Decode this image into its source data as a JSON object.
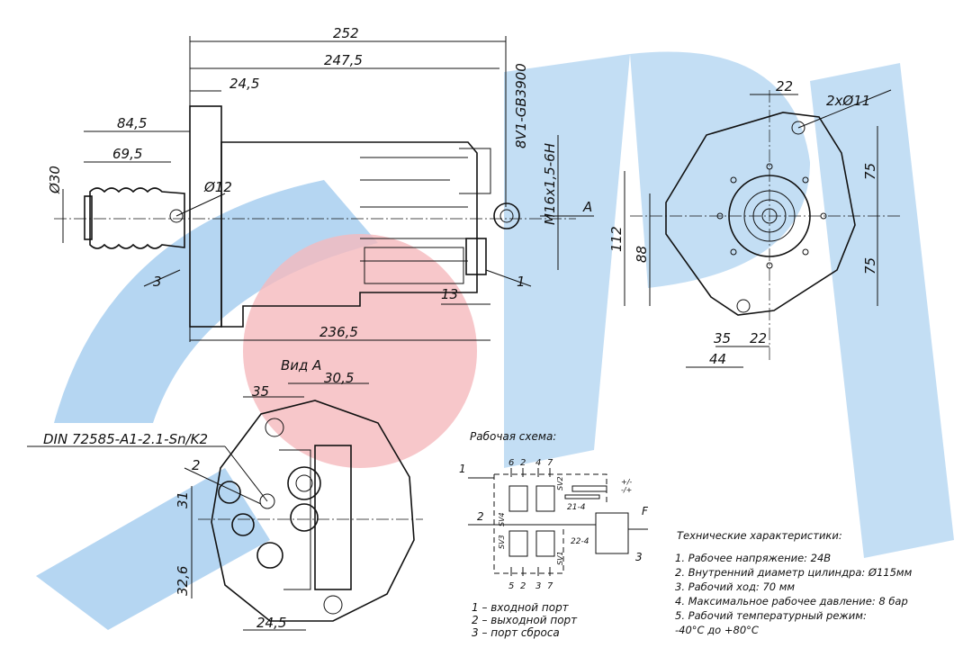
{
  "watermark_colors": {
    "blue": "#9cc8ee",
    "red": "#f3a3a8"
  },
  "side_view": {
    "dims": {
      "total": "252",
      "body": "247,5",
      "flange": "24,5",
      "boot_len": "84,5",
      "boot_inner": "69,5",
      "boot_dia": "Ø30",
      "pin_dia": "Ø12",
      "connector": "8V1-GB3900",
      "thread": "M16x1,5-6H",
      "view_arrow": "A",
      "port1": "1",
      "port3": "3",
      "port_offset": "13",
      "base": "236,5"
    }
  },
  "front_view": {
    "dims": {
      "hole_spacing": "22",
      "holes": "2xØ11",
      "upper": "75",
      "lower": "75",
      "height_outer": "112",
      "height_inner": "88",
      "horiz_35": "35",
      "horiz_22": "22",
      "horiz_44": "44"
    }
  },
  "view_a": {
    "title": "Вид А",
    "dims": {
      "d35": "35",
      "d30_5": "30,5",
      "connector_std": "DIN 72585-A1-2.1-Sn/K2",
      "port2": "2",
      "d31": "31",
      "d32_6": "32,6",
      "d24_5": "24,5"
    }
  },
  "schematic": {
    "title": "Рабочая схема:",
    "top_pins": [
      "6",
      "2",
      "4",
      "7"
    ],
    "bottom_pins": [
      "5",
      "2",
      "3",
      "7"
    ],
    "valves": [
      "SV1",
      "SV2",
      "SV3",
      "SV4"
    ],
    "ports": {
      "in": "1",
      "out": "2",
      "exhaust": "3",
      "force": "F"
    },
    "signals": [
      "21-4",
      "22-4"
    ],
    "terminals": [
      "+/-",
      "-/+"
    ],
    "legend": [
      "1 – входной порт",
      "2 – выходной порт",
      "3 – порт сброса"
    ]
  },
  "specs": {
    "title": "Технические характеристики:",
    "items": [
      "1. Рабочее напряжение: 24В",
      "2. Внутренний диаметр цилиндра: Ø115мм",
      "3. Рабочий ход: 70 мм",
      "4. Максимальное рабочее давление: 8 бар",
      "5. Рабочий температурный режим:",
      "-40°C до +80°C"
    ]
  }
}
